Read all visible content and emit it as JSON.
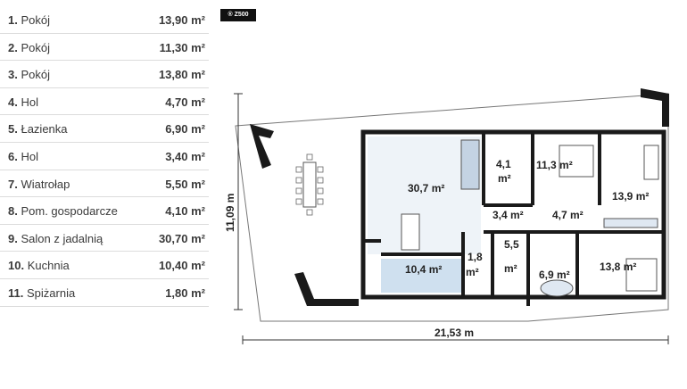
{
  "badge": "® Z500",
  "rooms": [
    {
      "num": "1.",
      "name": "Pokój",
      "area": "13,90 m²"
    },
    {
      "num": "2.",
      "name": "Pokój",
      "area": "11,30 m²"
    },
    {
      "num": "3.",
      "name": "Pokój",
      "area": "13,80 m²"
    },
    {
      "num": "4.",
      "name": "Hol",
      "area": "4,70 m²"
    },
    {
      "num": "5.",
      "name": "Łazienka",
      "area": "6,90 m²"
    },
    {
      "num": "6.",
      "name": "Hol",
      "area": "3,40 m²"
    },
    {
      "num": "7.",
      "name": "Wiatrołap",
      "area": "5,50 m²"
    },
    {
      "num": "8.",
      "name": "Pom. gospodarcze",
      "area": "4,10 m²"
    },
    {
      "num": "9.",
      "name": "Salon z jadalnią",
      "area": "30,70 m²"
    },
    {
      "num": "10.",
      "name": "Kuchnia",
      "area": "10,40 m²"
    },
    {
      "num": "11.",
      "name": "Spiżarnia",
      "area": "1,80 m²"
    }
  ],
  "plan": {
    "width_dim": "21,53 m",
    "depth_dim": "11,09 m",
    "labels": {
      "salon": "30,7 m²",
      "pom_gosp_a": "4,1",
      "pom_gosp_b": "m²",
      "pokoj2": "11,3 m²",
      "pokoj1": "13,9 m²",
      "hol6": "3,4 m²",
      "hol4": "4,7 m²",
      "kuchnia": "10,4 m²",
      "spizarnia_a": "1,8",
      "spizarnia_b": "m²",
      "wiatrolap_a": "5,5",
      "wiatrolap_b": "m²",
      "lazienka": "6,9 m²",
      "pokoj3": "13,8 m²"
    },
    "colors": {
      "wall": "#1a1a1a",
      "floor": "#ffffff",
      "kitchen": "#cfe0ef",
      "furniture": "#9ab0c8",
      "terrace": "#ffffff"
    }
  }
}
